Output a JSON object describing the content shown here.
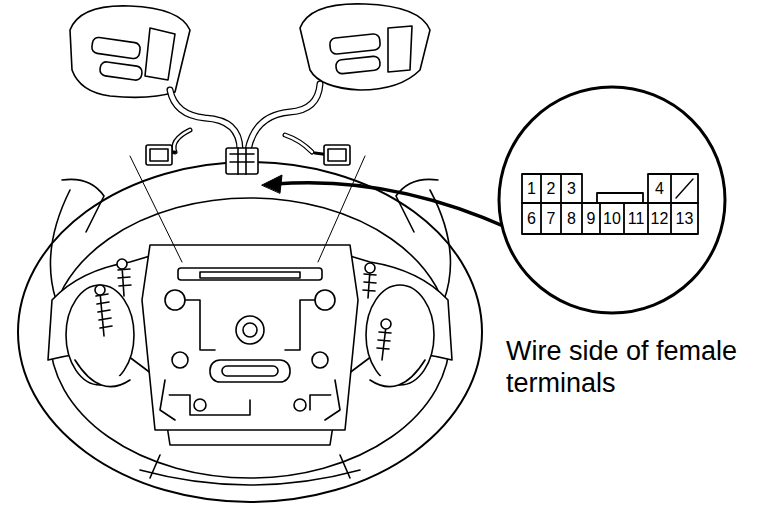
{
  "diagram": {
    "labels": [
      "1",
      "2",
      "3",
      "4",
      "6",
      "7",
      "8",
      "9",
      "10",
      "11",
      "12",
      "13",
      "Wire side of female terminals"
    ]
  }
}
